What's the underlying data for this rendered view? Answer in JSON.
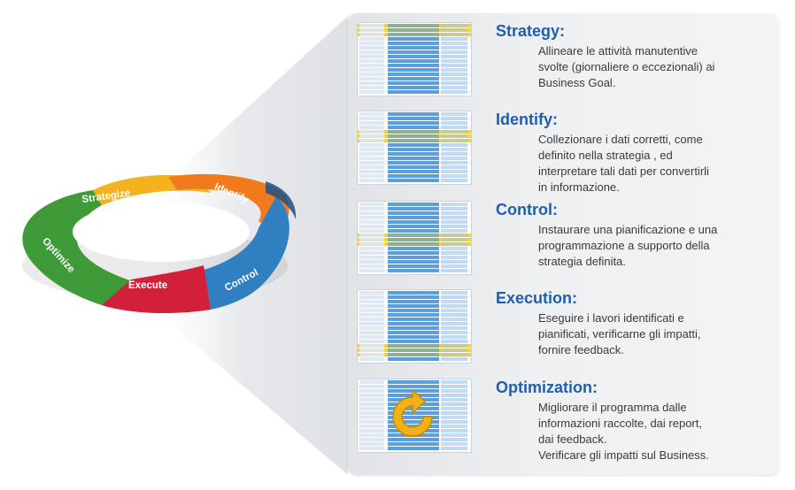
{
  "cycle": {
    "segments": [
      {
        "label": "Strategize",
        "color": "#f4b21f"
      },
      {
        "label": "Identify",
        "color": "#f07a1c"
      },
      {
        "label": "Control",
        "color": "#2f7fc1"
      },
      {
        "label": "Execute",
        "color": "#d3203a"
      },
      {
        "label": "Optimize",
        "color": "#3f9a38"
      }
    ]
  },
  "steps": [
    {
      "title": "Strategy:",
      "text": "Allineare le attività manutentive\nsvolte (giornaliere o eccezionali) ai\nBusiness Goal.",
      "highlight_band": "top"
    },
    {
      "title": "Identify:",
      "text": "Collezionare i dati corretti, come\ndefinito nella strategia , ed\ninterpretare tali dati per convertirli\nin informazione.",
      "highlight_band": "upper-middle"
    },
    {
      "title": "Control:",
      "text": "Instaurare una pianificazione e una\nprogrammazione a supporto della\nstrategia definita.",
      "highlight_band": "lower-middle"
    },
    {
      "title": "Execution:",
      "text": "Eseguire i lavori identificati e\npianificati, verificarne gli impatti,\nfornire feedback.",
      "highlight_band": "bottom"
    },
    {
      "title": "Optimization:",
      "text": "Migliorare il programma dalle\ninformazioni raccolte, dai report,\ndai feedback.\nVerificare gli impatti sul Business.",
      "highlight_band": "none",
      "icon": "refresh-arrow-icon"
    }
  ],
  "colors": {
    "title": "#1f5fae",
    "highlight": "#f3d23c",
    "table_blue": "#3e8fd6"
  }
}
